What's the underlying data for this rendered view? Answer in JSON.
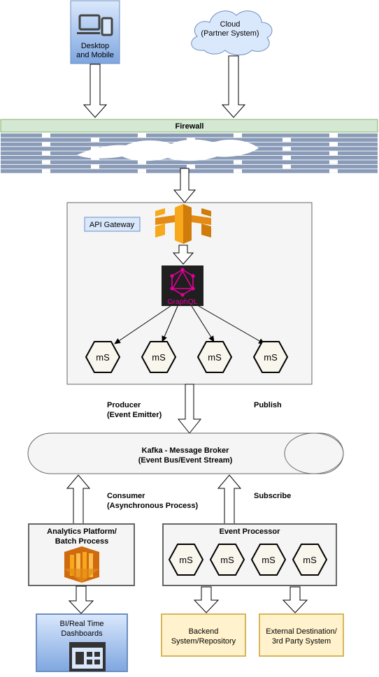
{
  "sources": {
    "desktop": {
      "line1": "Desktop",
      "line2": "and Mobile"
    },
    "cloud": {
      "line1": "Cloud",
      "line2": "(Partner System)"
    }
  },
  "firewall": {
    "label": "Firewall"
  },
  "gateway": {
    "label": "API Gateway",
    "graphql_label": "GraphQL",
    "microservices": [
      "mS",
      "mS",
      "mS",
      "mS"
    ]
  },
  "flow_labels": {
    "producer_line1": "Producer",
    "producer_line2": "(Event Emitter)",
    "publish": "Publish",
    "consumer_line1": "Consumer",
    "consumer_line2": "(Asynchronous Process)",
    "subscribe": "Subscribe"
  },
  "kafka": {
    "line1": "Kafka - Message Broker",
    "line2": "(Event Bus/Event Stream)"
  },
  "analytics": {
    "line1": "Analytics Platform/",
    "line2": "Batch Process"
  },
  "event_processor": {
    "title": "Event Processor",
    "microservices": [
      "mS",
      "mS",
      "mS",
      "mS"
    ]
  },
  "outputs": {
    "bi": {
      "line1": "BI/Real Time",
      "line2": "Dashboards"
    },
    "backend": {
      "line1": "Backend",
      "line2": "System/Repository"
    },
    "external": {
      "line1": "External Destination/",
      "line2": "3rd Party System"
    }
  },
  "colors": {
    "blue_fill": "#a9c4eb",
    "blue_stroke": "#6c8ebf",
    "cloud_fill": "#dae8fc",
    "firewall_fill": "#d5e8d4",
    "firewall_bar": "#8a9bb8",
    "container_fill": "#f5f5f5",
    "yellow_fill": "#fff2cc",
    "yellow_stroke": "#d6b656",
    "hex_fill": "#f9f7ed",
    "aws_orange": "#f7a81b",
    "graphql_pink": "#e10098",
    "graphql_bg": "#1f1f1f"
  }
}
